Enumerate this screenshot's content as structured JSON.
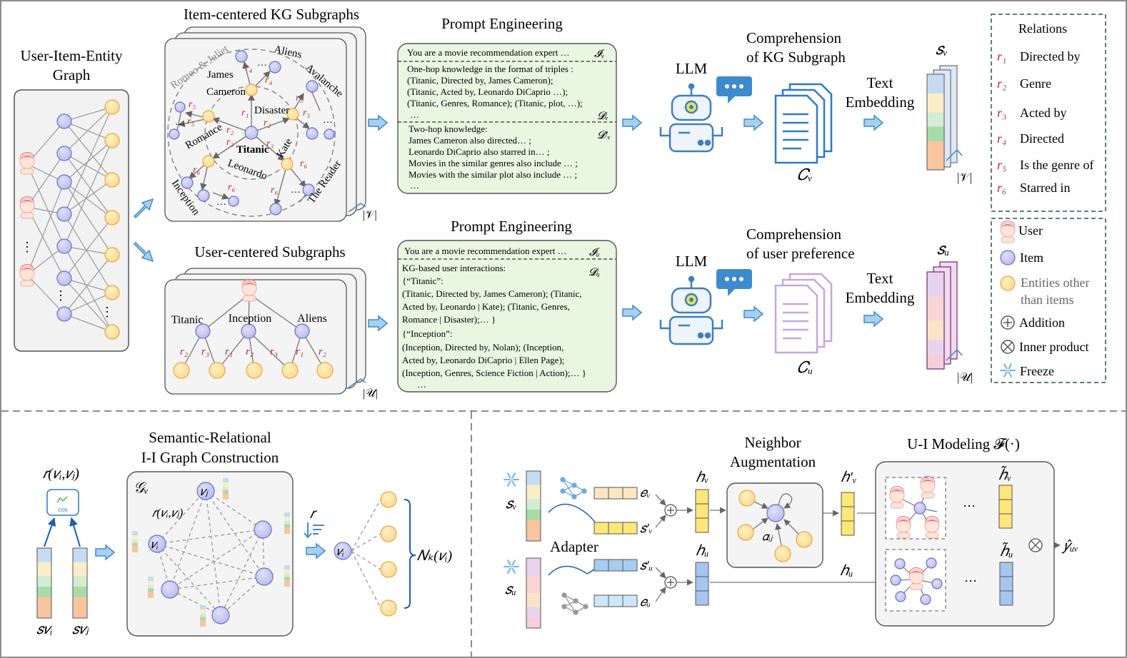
{
  "top": {
    "uig_title": [
      "User-Item-Entity",
      "Graph"
    ],
    "kg_title": "Item-centered KG Subgraphs",
    "uc_title": "User-centered Subgraphs",
    "pe1_title": "Prompt Engineering",
    "pe2_title": "Prompt Engineering",
    "prompt1": {
      "line1": "You are a movie recommendation expert …",
      "sym1": "𝓘ᵥ",
      "lines_a": [
        "One-hop knowledge in the format of triples :",
        "(Titanic, Directed by, James Cameron);",
        "(Titanic, Acted by, Leonardo DiCaprio …);",
        "(Titanic, Genres, Romance); (Titanic, plot, …);",
        "…"
      ],
      "sym2": "𝓓ᵥ",
      "lines_b": [
        "Two-hop knowledge:",
        "James Cameron also directed… ;",
        "Leonardo DiCaprio also starred in… ;",
        "Movies in the similar genres also include … ;",
        "Movies with the similar plot also include … ;",
        "…"
      ],
      "sym3": "𝓓′ᵥ"
    },
    "prompt2": {
      "line1": "You are a movie recommendation expert …",
      "sym1": "𝓘ᵤ",
      "lines": [
        "KG-based user interactions:",
        "{“Titanic”:",
        "(Titanic, Directed by, James Cameron); (Titanic,",
        "Acted by, Leonardo | Kate); (Titanic, Genres,",
        "Romance | Disaster);… }",
        "{“Inception”:",
        "(Inception, Directed by, Nolan); (Inception,",
        "Acted by, Leonardo DiCaprio | Ellen Page);",
        "(Inception, Genres, Science Fiction | Action);… }",
        "…"
      ],
      "sym2": "𝓓ᵤ"
    },
    "llm_label": "LLM",
    "comp1": [
      "Comprehension",
      "of KG Subgraph"
    ],
    "comp2": [
      "Comprehension",
      "of user preference"
    ],
    "text_emb": [
      "Text",
      "Embedding"
    ],
    "cv": "𝐶ᵥ",
    "cu": "𝐶ᵤ",
    "sv": "𝑠ᵥ",
    "su": "𝑠ᵤ",
    "v_count": "|𝒱|",
    "u_count": "|𝒰|"
  },
  "kg_labels": {
    "romeo": "Romeo & Juliet",
    "aliens": "Aliens",
    "avalanche": "Avalanche",
    "james": "James",
    "cameron": "Cameron",
    "disaster": "Disaster",
    "romance": "Romance",
    "titanic": "Titanic",
    "kate": "Kate",
    "leonardo": "Leonardo",
    "inception": "Inception",
    "reader": "The Reader",
    "dots": "…",
    "r1": "r₁",
    "r2": "r₂",
    "r3": "r₃",
    "r4": "r₄",
    "r5": "r₅",
    "r6": "r₆"
  },
  "uc_labels": {
    "titanic": "Titanic",
    "inception": "Inception",
    "aliens": "Aliens",
    "rels": [
      "r₂",
      "r₃",
      "r₁",
      "r₂",
      "r₃",
      "r₁",
      "r₂"
    ]
  },
  "relations": {
    "title": "Relations",
    "items": [
      {
        "sym": "r₁",
        "label": "Directed by"
      },
      {
        "sym": "r₂",
        "label": "Genre"
      },
      {
        "sym": "r₃",
        "label": "Acted by"
      },
      {
        "sym": "r₄",
        "label": "Directed"
      },
      {
        "sym": "r₅",
        "label": "Is the genre of"
      },
      {
        "sym": "r₆",
        "label": "Starred in"
      }
    ]
  },
  "legend": {
    "user": "User",
    "item": "Item",
    "entity": [
      "Entities other",
      "than items"
    ],
    "addition": "Addition",
    "inner": "Inner product",
    "freeze": "Freeze"
  },
  "bottom_left": {
    "title": [
      "Semantic-Relational",
      "I-I Graph Construction"
    ],
    "r_vij": "𝑟(𝑣ᵢ,𝑣ⱼ)",
    "cos": "cos",
    "svi": "𝑠𝑣ᵢ",
    "svj": "𝑠𝑣ⱼ",
    "gv": "𝒢ᵥ",
    "vi": "𝑣ᵢ",
    "vj": "𝑣ⱼ",
    "r_edge": "𝑟(𝑣ᵢ,𝑣ⱼ)",
    "r": "𝑟",
    "vi2": "𝑣ᵢ",
    "nk": "𝑁ₖ(𝑣ᵢ)"
  },
  "bottom_right": {
    "sv": "𝑠ᵥ",
    "su": "𝑠ᵤ",
    "adapter": "Adapter",
    "ev": "𝑒ᵥ",
    "sv_prime": "𝑠′ᵥ",
    "su_prime": "𝑠′ᵤ",
    "eu": "𝑒ᵤ",
    "hv": "ℎᵥ",
    "hu": "ℎᵤ",
    "hv_prime": "ℎ′ᵥ",
    "hu_mid": "ℎᵤ",
    "na_title": [
      "Neighbor",
      "Augmentation"
    ],
    "alpha": "𝛼ᵢⱼ",
    "ui_title": "U-I Modeling  𝓕(·)",
    "hv_tilde": "ℎ̃ᵥ",
    "hu_tilde": "ℎ̃ᵤ",
    "y": "𝑦̂ᵤᵥ",
    "dots": "⋯"
  }
}
